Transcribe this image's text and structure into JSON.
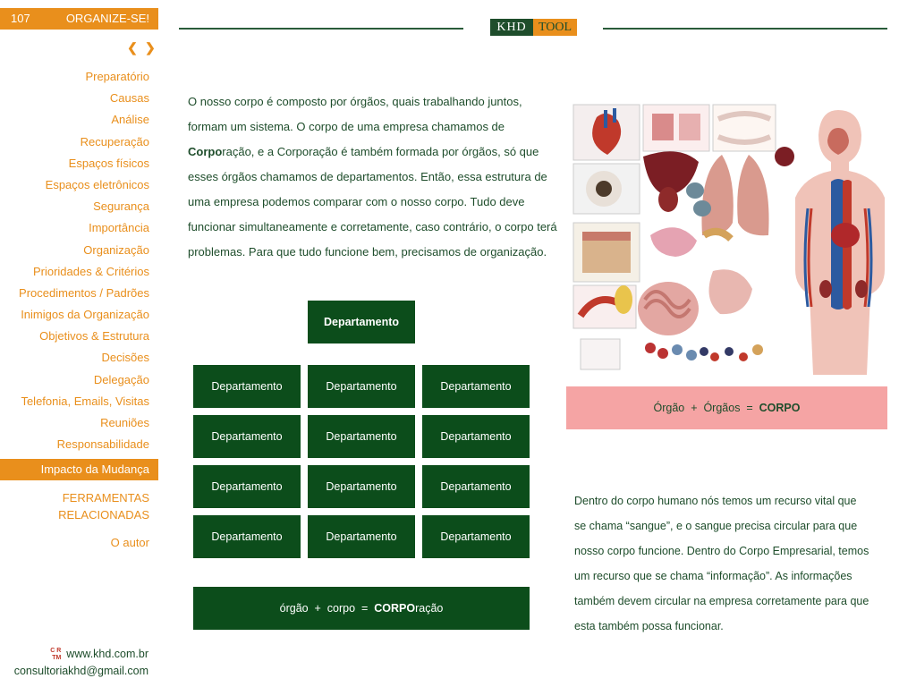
{
  "header": {
    "page_number": "107",
    "title": "ORGANIZE-SE!"
  },
  "logo": {
    "part1": "KHD",
    "part2": "TOOL"
  },
  "arrows": {
    "prev": "❮",
    "next": "❯"
  },
  "nav": {
    "items": [
      "Preparatório",
      "Causas",
      "Análise",
      "Recuperação",
      "Espaços físicos",
      "Espaços eletrônicos",
      "Segurança",
      "Importância",
      "Organização",
      "Prioridades & Critérios",
      "Procedimentos / Padrões",
      "Inimigos da Organização",
      "Objetivos & Estrutura",
      "Decisões",
      "Delegação",
      "Telefonia, Emails, Visitas",
      "Reuniões",
      "Responsabilidade"
    ],
    "active": "Impacto da Mudança",
    "tools_line1": "FERRAMENTAS",
    "tools_line2": "RELACIONADAS",
    "author": "O autor"
  },
  "footer": {
    "site": "www.khd.com.br",
    "email": "consultoriakhd@gmail.com",
    "mark1": "C R",
    "mark2": "TM"
  },
  "intro": {
    "lines": [
      "O nosso corpo é composto por órgãos, quais trabalhando juntos,",
      "formam um sistema. O corpo de uma empresa chamamos de",
      "",
      "esses órgãos chamamos de departamentos. Então, essa estrutura de",
      "uma empresa podemos comparar com o nosso corpo. Tudo deve",
      "funcionar simultaneamente e corretamente, caso contrário, o corpo terá",
      "problemas. Para que tudo funcione bem, precisamos de organização."
    ],
    "line3_bold": "Corpo",
    "line3_rest": "ração, e a Corporação é também formada por órgãos, só que"
  },
  "org_chart": {
    "top": "Departamento",
    "grid": [
      [
        "Departamento",
        "Departamento",
        "Departamento"
      ],
      [
        "Departamento",
        "Departamento",
        "Departamento"
      ],
      [
        "Departamento",
        "Departamento",
        "Departamento"
      ],
      [
        "Departamento",
        "Departamento",
        "Departamento"
      ]
    ]
  },
  "formula_company": {
    "text": "órgão  +  corpo  =  ",
    "bold": "CORPO",
    "suffix": "ração"
  },
  "formula_body": {
    "text": "Órgão  +  Órgãos  =  ",
    "bold": "CORPO"
  },
  "blood": {
    "lines": [
      "Dentro do corpo humano nós temos um recurso vital que",
      "se chama “sangue”, e o sangue precisa circular para que",
      "nosso corpo funcione. Dentro do Corpo Empresarial, temos",
      "um recurso que se chama “informação”. As informações",
      "também devem circular na empresa corretamente para que",
      "esta também possa funcionar."
    ]
  },
  "colors": {
    "orange": "#e98f1c",
    "dark_green": "#0c4d1b",
    "pink": "#f5a4a4",
    "text_green": "#1e4d2b"
  }
}
